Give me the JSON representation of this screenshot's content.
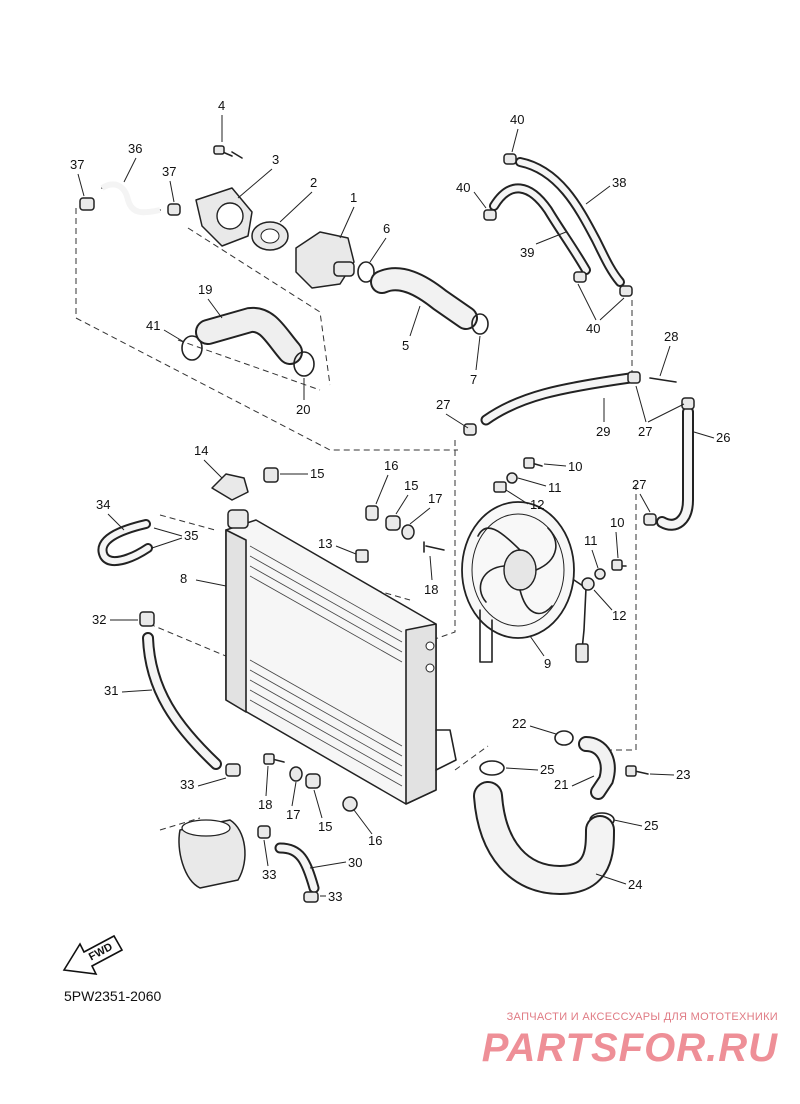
{
  "diagram": {
    "drawing_code": "5PW2351-2060",
    "direction_arrow_label": "FWD",
    "watermark": {
      "tagline": "ЗАПЧАСТИ И АКСЕССУАРЫ ДЛЯ МОТОТЕХНИКИ",
      "logo": "PARTSFOR.RU"
    },
    "callouts": [
      "1",
      "2",
      "3",
      "4",
      "5",
      "6",
      "7",
      "8",
      "9",
      "10",
      "11",
      "12",
      "13",
      "14",
      "15",
      "16",
      "17",
      "18",
      "19",
      "20",
      "21",
      "22",
      "23",
      "24",
      "25",
      "26",
      "27",
      "28",
      "29",
      "30",
      "31",
      "32",
      "33",
      "34",
      "35",
      "36",
      "37",
      "38",
      "39",
      "40",
      "41"
    ],
    "callout_placements": [
      {
        "n": "4"
      },
      {
        "n": "37"
      },
      {
        "n": "36"
      },
      {
        "n": "37"
      },
      {
        "n": "3"
      },
      {
        "n": "2"
      },
      {
        "n": "1"
      },
      {
        "n": "6"
      },
      {
        "n": "5"
      },
      {
        "n": "7"
      },
      {
        "n": "19"
      },
      {
        "n": "41"
      },
      {
        "n": "20"
      },
      {
        "n": "40"
      },
      {
        "n": "40"
      },
      {
        "n": "38"
      },
      {
        "n": "39"
      },
      {
        "n": "40"
      },
      {
        "n": "28"
      },
      {
        "n": "27"
      },
      {
        "n": "29"
      },
      {
        "n": "27"
      },
      {
        "n": "26"
      },
      {
        "n": "14"
      },
      {
        "n": "15"
      },
      {
        "n": "16"
      },
      {
        "n": "15"
      },
      {
        "n": "17"
      },
      {
        "n": "10"
      },
      {
        "n": "11"
      },
      {
        "n": "12"
      },
      {
        "n": "27"
      },
      {
        "n": "34"
      },
      {
        "n": "35"
      },
      {
        "n": "13"
      },
      {
        "n": "18"
      },
      {
        "n": "8"
      },
      {
        "n": "10"
      },
      {
        "n": "11"
      },
      {
        "n": "12"
      },
      {
        "n": "32"
      },
      {
        "n": "9"
      },
      {
        "n": "31"
      },
      {
        "n": "22"
      },
      {
        "n": "25"
      },
      {
        "n": "21"
      },
      {
        "n": "23"
      },
      {
        "n": "33"
      },
      {
        "n": "18"
      },
      {
        "n": "17"
      },
      {
        "n": "15"
      },
      {
        "n": "16"
      },
      {
        "n": "25"
      },
      {
        "n": "30"
      },
      {
        "n": "33"
      },
      {
        "n": "24"
      },
      {
        "n": "33"
      }
    ]
  }
}
